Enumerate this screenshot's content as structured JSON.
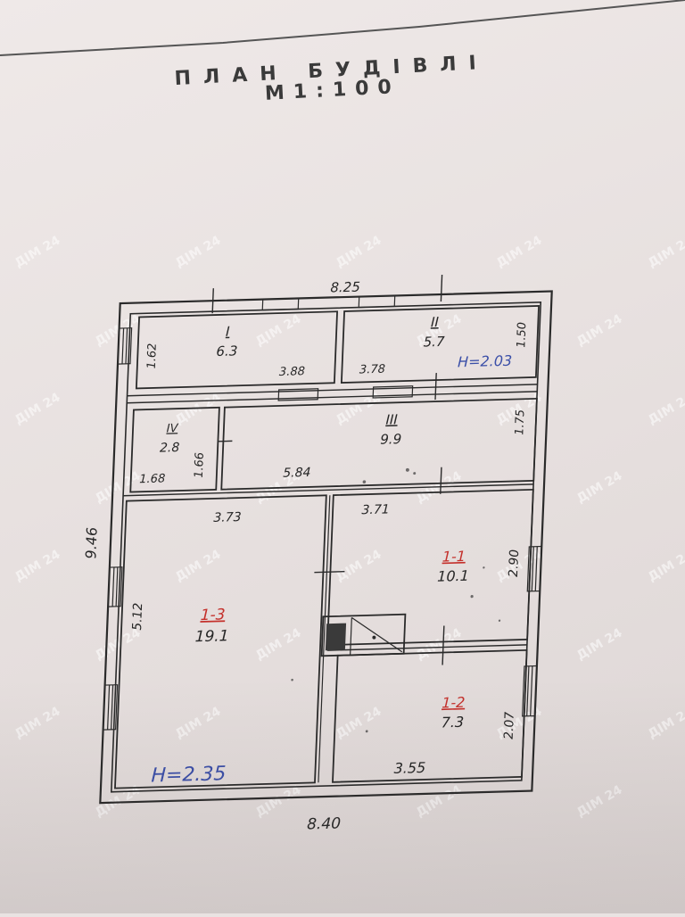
{
  "title": "ПЛАН БУДІВЛІ",
  "scale": "М1:100",
  "watermark": "ДІМ 24",
  "outer_dimensions": {
    "top": "8.25",
    "bottom": "8.40",
    "left": "9.46"
  },
  "rooms": [
    {
      "number": "I",
      "area": "6.3",
      "number_color": "#262626"
    },
    {
      "number": "II",
      "area": "5.7",
      "number_color": "#262626"
    },
    {
      "number": "III",
      "area": "9.9",
      "number_color": "#262626"
    },
    {
      "number": "IV",
      "area": "2.8",
      "number_color": "#262626"
    },
    {
      "number": "1-1",
      "area": "10.1",
      "number_color": "#c4302b"
    },
    {
      "number": "1-2",
      "area": "7.3",
      "number_color": "#c4302b"
    },
    {
      "number": "1-3",
      "area": "19.1",
      "number_color": "#c4302b"
    }
  ],
  "dimensions": {
    "room1_height": "1.62",
    "room1_width": "3.88",
    "room2_width": "3.78",
    "room2_height": "1.50",
    "room3_height": "1.75",
    "room3_width": "5.84",
    "room4_height": "1.66",
    "room4_width": "1.68",
    "room13_width": "3.73",
    "room13_height": "5.12",
    "room11_width": "3.71",
    "room11_height": "2.90",
    "room12_height": "2.07",
    "room12_width": "3.55"
  },
  "ceiling_heights": {
    "upper": "H=2.03",
    "lower": "H=2.35",
    "color": "#3b4fa8"
  },
  "colors": {
    "paper": "#e9e3e2",
    "ink": "#262626",
    "red_ink": "#c4302b",
    "blue_ink": "#3b4fa8"
  }
}
